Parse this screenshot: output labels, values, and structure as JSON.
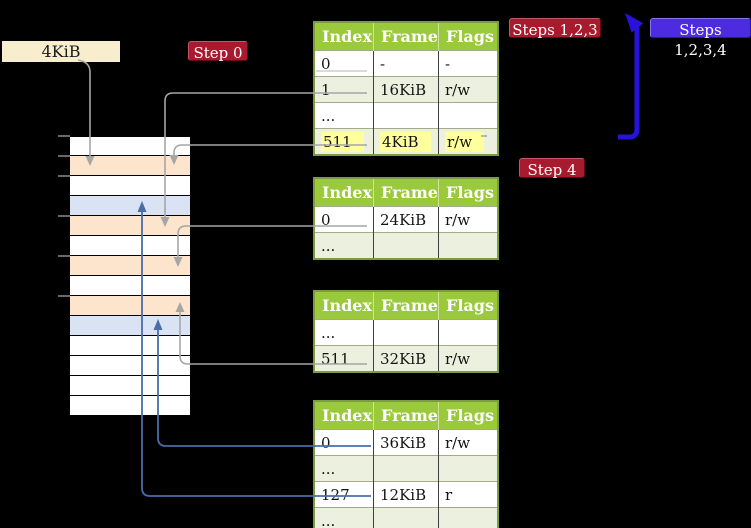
{
  "page_size_label": "4KiB",
  "badges": {
    "step0": "Step 0",
    "steps123": "Steps 1,2,3",
    "steps1234": "Steps 1,2,3,4",
    "step4": "Step 4"
  },
  "tables": [
    {
      "id": "level-1",
      "headers": [
        "Index",
        "Frame",
        "Flags"
      ],
      "rows": [
        {
          "cells": [
            "0",
            "-",
            "-"
          ],
          "highlighted": false
        },
        {
          "cells": [
            "1",
            "16KiB",
            "r/w"
          ],
          "highlighted": false
        },
        {
          "cells": [
            "...",
            "",
            ""
          ],
          "highlighted": false
        },
        {
          "cells": [
            "511",
            "4KiB",
            "r/w"
          ],
          "highlighted": true
        }
      ]
    },
    {
      "id": "level-2",
      "headers": [
        "Index",
        "Frame",
        "Flags"
      ],
      "rows": [
        {
          "cells": [
            "0",
            "24KiB",
            "r/w"
          ],
          "highlighted": false
        },
        {
          "cells": [
            "...",
            "",
            ""
          ],
          "highlighted": false
        }
      ]
    },
    {
      "id": "level-3",
      "headers": [
        "Index",
        "Frame",
        "Flags"
      ],
      "rows": [
        {
          "cells": [
            "...",
            "",
            ""
          ],
          "highlighted": false
        },
        {
          "cells": [
            "511",
            "32KiB",
            "r/w"
          ],
          "highlighted": false
        }
      ]
    },
    {
      "id": "level-4",
      "headers": [
        "Index",
        "Frame",
        "Flags"
      ],
      "rows": [
        {
          "cells": [
            "0",
            "36KiB",
            "r/w"
          ],
          "highlighted": false
        },
        {
          "cells": [
            "...",
            "",
            ""
          ],
          "highlighted": false
        },
        {
          "cells": [
            "127",
            "12KiB",
            "r"
          ],
          "highlighted": false
        },
        {
          "cells": [
            "...",
            "",
            ""
          ],
          "highlighted": false
        }
      ]
    }
  ],
  "memory": {
    "rows": [
      "white",
      "orange",
      "white",
      "blue",
      "orange",
      "white",
      "orange",
      "white",
      "orange",
      "blue",
      "white",
      "white",
      "white",
      "white"
    ]
  },
  "colors": {
    "background": "#000000",
    "badge_red": "#a81b2e",
    "badge_blue": "#4c2be0",
    "big_arrow_blue": "#2812d9",
    "connector_gray": "#a6a6a6",
    "connector_blue": "#4a6da7",
    "table_header_green": "#9aca3c",
    "table_row_green": "#ebf1de",
    "table_border_olive": "#7d9c42",
    "highlight_yellow": "#ffff9e",
    "memory_orange": "#fce4cd",
    "memory_blue": "#dae3f3",
    "box_cream": "#f8eecd"
  }
}
